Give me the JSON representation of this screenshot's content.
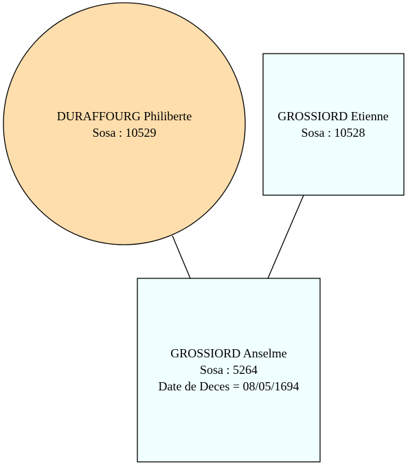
{
  "diagram": {
    "nodes": [
      {
        "id": "mother",
        "shape": "circle",
        "fill": "#FFDEAD",
        "lines": [
          "DURAFFOURG Philiberte",
          "Sosa : 10529"
        ]
      },
      {
        "id": "father",
        "shape": "box",
        "fill": "#F0FFFF",
        "lines": [
          "GROSSIORD Etienne",
          "Sosa : 10528"
        ]
      },
      {
        "id": "child",
        "shape": "box",
        "fill": "#F0FFFF",
        "lines": [
          "GROSSIORD Anselme",
          "Sosa : 5264",
          "Date de Deces = 08/05/1694"
        ]
      }
    ],
    "edges": [
      {
        "from": "mother",
        "to": "child"
      },
      {
        "from": "father",
        "to": "child"
      }
    ],
    "stroke_color": "#000000"
  }
}
